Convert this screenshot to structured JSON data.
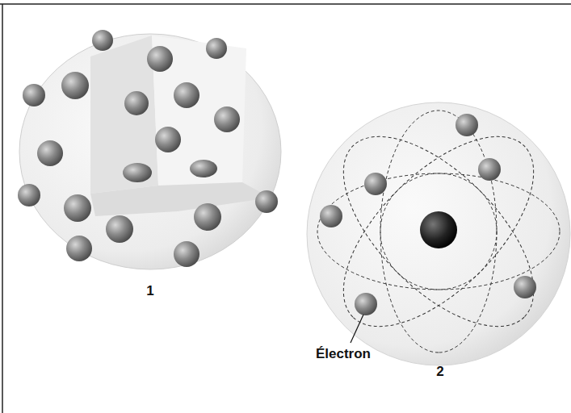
{
  "diagram": {
    "labels": [
      "1",
      "Électron",
      "2"
    ]
  }
}
